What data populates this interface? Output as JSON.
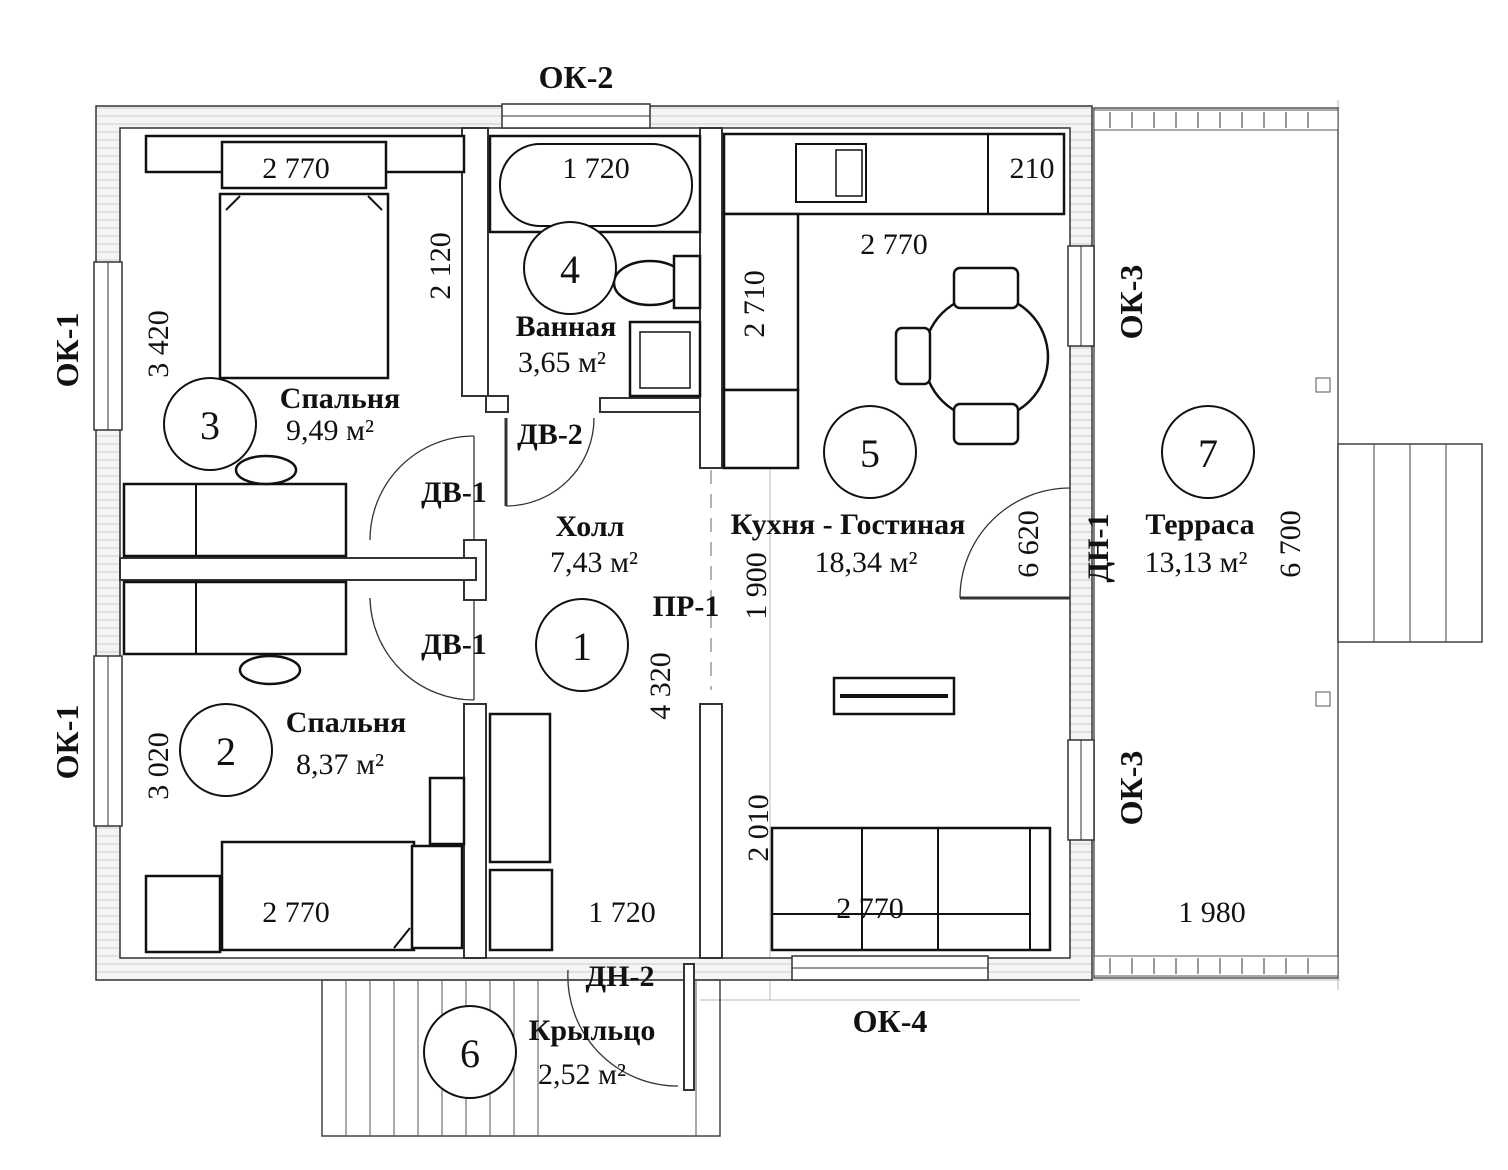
{
  "rooms": [
    {
      "num": "1",
      "name": "Холл",
      "area": "7,43 м²"
    },
    {
      "num": "2",
      "name": "Спальня",
      "area": "8,37 м²"
    },
    {
      "num": "3",
      "name": "Спальня",
      "area": "9,49 м²"
    },
    {
      "num": "4",
      "name": "Ванная",
      "area": "3,65 м²"
    },
    {
      "num": "5",
      "name": "Кухня - Гостиная",
      "area": "18,34 м²"
    },
    {
      "num": "6",
      "name": "Крыльцо",
      "area": "2,52 м²"
    },
    {
      "num": "7",
      "name": "Терраса",
      "area": "13,13 м²"
    }
  ],
  "openings": {
    "ok1": "ОК-1",
    "ok2": "ОК-2",
    "ok3": "ОК-3",
    "ok4": "ОК-4",
    "dv1": "ДВ-1",
    "dv2": "ДВ-2",
    "dn1": "ДН-1",
    "dn2": "ДН-2",
    "pr1": "ПР-1"
  },
  "dims": {
    "bed3_w": "2 770",
    "bath_w": "1 720",
    "kitchen_top": "210",
    "kitchen_w": "2 770",
    "bed3_h": "3 420",
    "wall_2120": "2 120",
    "kitchen_2710": "2 710",
    "hall_1900": "1 900",
    "living_6620": "6 620",
    "terrace_6700": "6 700",
    "hall_4320": "4 320",
    "bed2_h": "3 020",
    "living_2010": "2 010",
    "bed2_w": "2 770",
    "hall_1720": "1 720",
    "living_w": "2 770",
    "terrace_w": "1 980"
  }
}
